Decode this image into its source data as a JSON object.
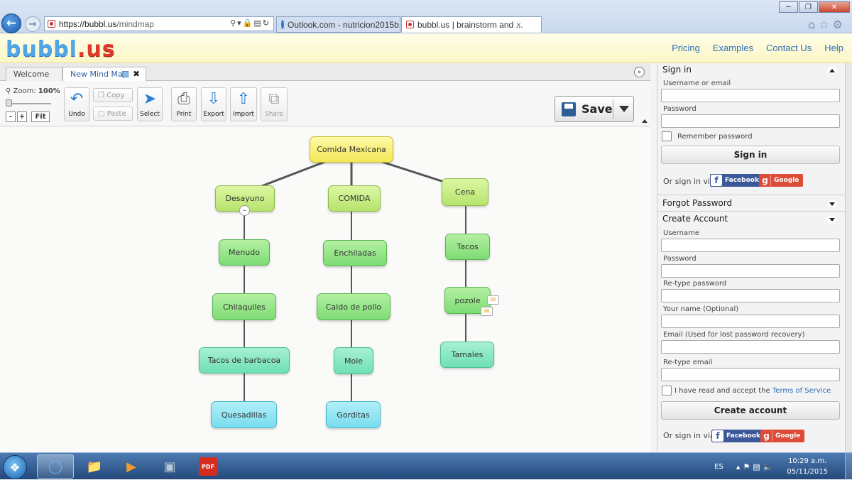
{
  "browser": {
    "url_host": "https://bubbl.us",
    "url_path": "/mindmap",
    "tabs": [
      {
        "label": "Outlook.com - nutricion2015b..."
      },
      {
        "label": "bubbl.us | brainstorm and ..."
      }
    ],
    "tab_close": "×"
  },
  "site": {
    "logo": "bubbl",
    "logo_suffix": ".us",
    "nav": [
      "Pricing",
      "Examples",
      "Contact Us",
      "Help"
    ]
  },
  "app_tabs": {
    "welcome": "Welcome",
    "active": "New Mind Map"
  },
  "toolbar": {
    "zoom_label": "Zoom:",
    "zoom_value": "100%",
    "zoom_minus": "-",
    "zoom_plus": "+",
    "fit": "Fit",
    "undo": "Undo",
    "copy": "Copy",
    "paste": "Paste",
    "select": "Select",
    "print": "Print",
    "export": "Export",
    "import": "Import",
    "share": "Share",
    "save": "Save"
  },
  "mindmap": {
    "root": "Comida Mexicana",
    "branches": [
      {
        "label": "Desayuno",
        "children": [
          "Menudo",
          "Chilaquiles",
          "Tacos de barbacoa",
          "Quesadillas"
        ]
      },
      {
        "label": "COMIDA",
        "children": [
          "Enchiladas",
          "Caldo de pollo",
          "Mole",
          "Gorditas"
        ]
      },
      {
        "label": "Cena",
        "children": [
          "Tacos",
          "pozole",
          "Tamales"
        ]
      }
    ],
    "collapse_symbol": "–"
  },
  "signin": {
    "title": "Sign in",
    "username_label": "Username or email",
    "password_label": "Password",
    "remember": "Remember password",
    "button": "Sign in",
    "via": "Or sign in via:",
    "facebook": "Facebook",
    "google": "Google"
  },
  "forgot": {
    "title": "Forgot Password"
  },
  "create": {
    "title": "Create Account",
    "username_label": "Username",
    "password_label": "Password",
    "retype_password_label": "Re-type password",
    "name_label": "Your name (Optional)",
    "email_label": "Email (Used for lost password recovery)",
    "retype_email_label": "Re-type email",
    "terms_prefix": "I have read and accept the ",
    "terms_link": "Terms of Service",
    "button": "Create account",
    "via": "Or sign in via:",
    "facebook": "Facebook",
    "google": "Google"
  },
  "taskbar": {
    "lang": "ES",
    "time": "10:29 a.m.",
    "date": "05/11/2015"
  },
  "colors": {
    "root_node": "#f2e85a",
    "level1_node": "#b6e36d",
    "green_node": "#7ddc73",
    "teal_node": "#6ee0b6",
    "cyan_node": "#78dcef",
    "link": "#2f6fb4"
  }
}
